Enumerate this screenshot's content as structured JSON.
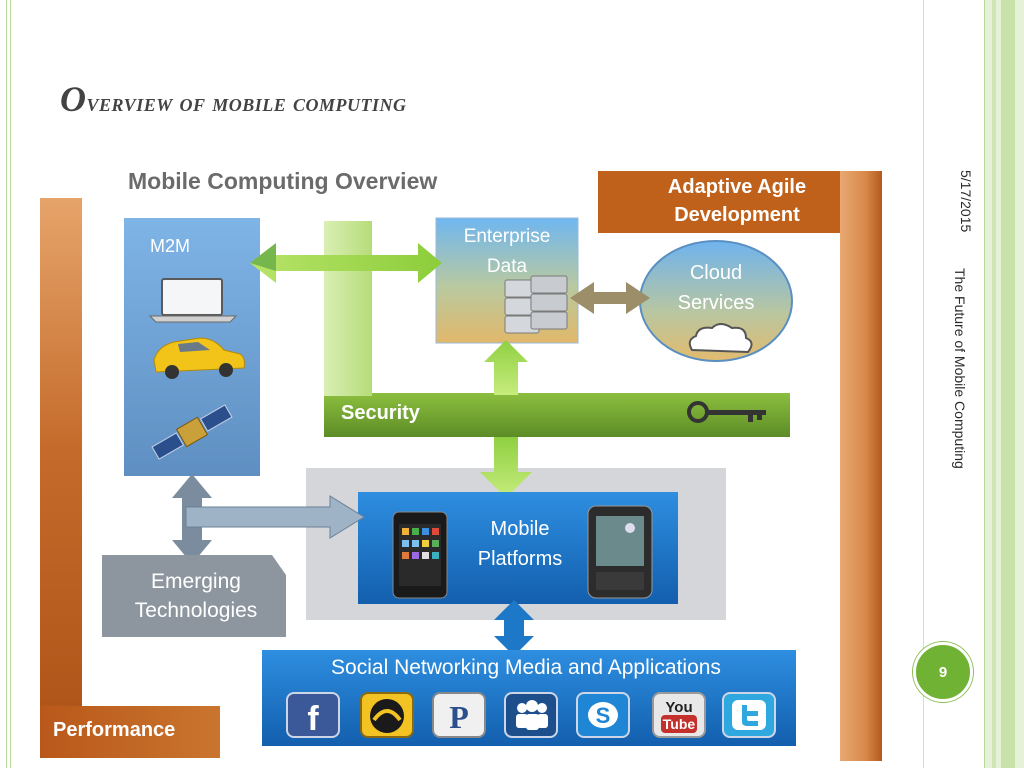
{
  "slide": {
    "title_first_letter": "O",
    "title_rest": "verview of mobile computing",
    "date": "5/17/2015",
    "presentation_name": "The Future of Mobile Computing",
    "page_number": "9"
  },
  "diagram": {
    "header": "Mobile Computing Overview",
    "adaptive_agile": [
      "Adaptive Agile",
      "Development"
    ],
    "m2m": "M2M",
    "enterprise_data": [
      "Enterprise",
      "Data"
    ],
    "cloud_services": [
      "Cloud",
      "Services"
    ],
    "security": "Security",
    "mobile_platforms": [
      "Mobile",
      "Platforms"
    ],
    "emerging_technologies": [
      "Emerging",
      "Technologies"
    ],
    "social_networking": "Social Networking Media and Applications",
    "performance": "Performance",
    "social_icons": [
      {
        "name": "facebook-icon",
        "label": "f",
        "color": "#3b5998"
      },
      {
        "name": "grooveshark-icon",
        "label": "",
        "color": "#222222"
      },
      {
        "name": "pandora-icon",
        "label": "P",
        "color": "#e8e8e8"
      },
      {
        "name": "myspace-icon",
        "label": "",
        "color": "#1d4f8c"
      },
      {
        "name": "skype-icon",
        "label": "S",
        "color": "#1f86d6"
      },
      {
        "name": "youtube-icon",
        "label": "You Tube",
        "color": "#c4302b"
      },
      {
        "name": "twitter-icon",
        "label": "",
        "color": "#2fa8e0"
      }
    ]
  },
  "colors": {
    "accent_green": "#6fb234",
    "orange_band": "#c0611b",
    "blue_box": "#1e78c8",
    "security_green": "#6e9a2e"
  }
}
